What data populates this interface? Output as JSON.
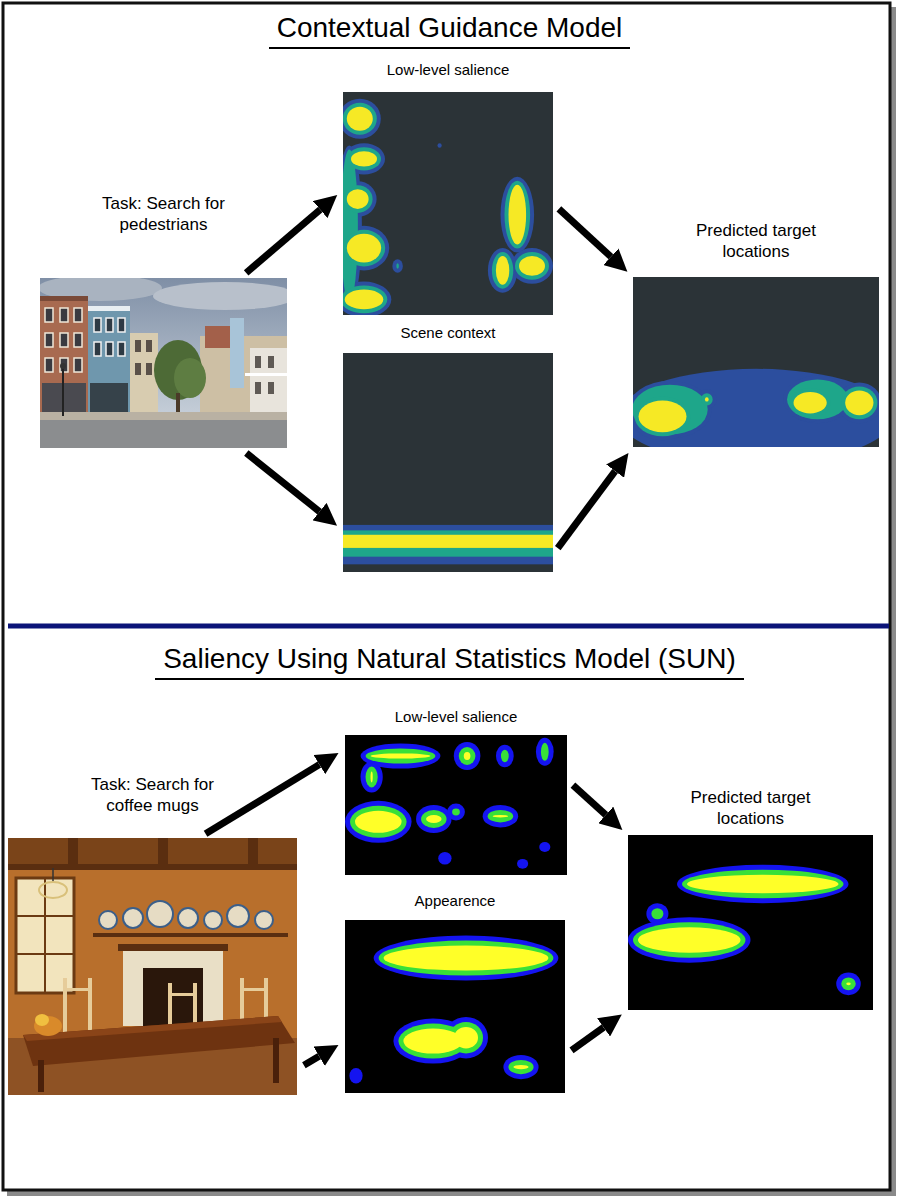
{
  "diagram": {
    "nodes": [
      {
        "text": [
          "Task: Search for pedestrians"
        ]
      },
      {
        "text": [
          "Low-level salience"
        ]
      },
      {
        "text": [
          "Scene context"
        ]
      },
      {
        "text": [
          "Predicted target locations"
        ]
      },
      {
        "text": [
          "Task: Search for coffee mugs"
        ]
      },
      {
        "text": [
          "Low-level salience"
        ]
      },
      {
        "text": [
          "Appearence"
        ]
      },
      {
        "text": [
          "Predicted target locations"
        ]
      }
    ],
    "edges": [
      {
        "from": 0,
        "to": 1,
        "arrow": "to"
      },
      {
        "from": 0,
        "to": 2,
        "arrow": "to"
      },
      {
        "from": 1,
        "to": 3,
        "arrow": "to"
      },
      {
        "from": 2,
        "to": 3,
        "arrow": "to"
      },
      {
        "from": 4,
        "to": 5,
        "arrow": "to"
      },
      {
        "from": 4,
        "to": 6,
        "arrow": "to"
      },
      {
        "from": 5,
        "to": 7,
        "arrow": "to"
      },
      {
        "from": 6,
        "to": 7,
        "arrow": "to"
      }
    ],
    "labels": [
      "Contextual Guidance Model",
      "Saliency Using Natural Statistics Model (SUN)"
    ]
  }
}
